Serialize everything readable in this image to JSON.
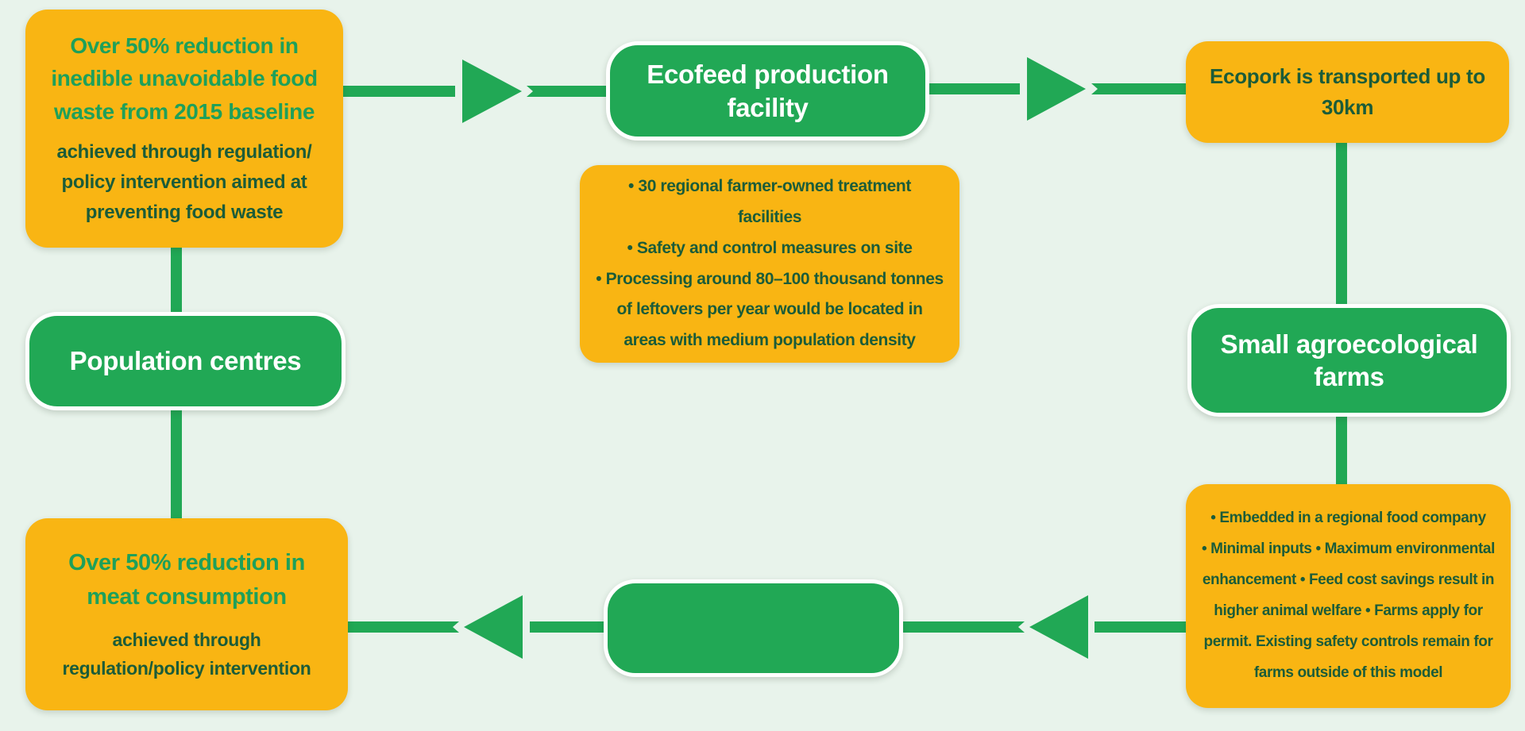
{
  "palette": {
    "background": "#e8f3eb",
    "green": "#21a855",
    "orange": "#f9b513",
    "heading_green": "#1ea05a",
    "dark_green": "#1b5c39",
    "pill_text": "#ffffff"
  },
  "nodes": {
    "food_waste": {
      "heading": "Over 50% reduction in inedible unavoidable food waste from 2015 baseline",
      "body": "achieved through regulation/ policy intervention aimed at preventing food waste"
    },
    "ecofeed": {
      "label": "Ecofeed production facility"
    },
    "transport": {
      "label": "Ecopork is transported up to 30km"
    },
    "facility_details": {
      "bullets": [
        "• 30 regional farmer-owned treatment facilities",
        "• Safety and control measures on site",
        "• Processing around 80–100 thousand tonnes of leftovers per year would be located in areas with medium population density"
      ]
    },
    "population": {
      "label": "Population centres"
    },
    "farms": {
      "label": "Small agroecological farms"
    },
    "farm_details": {
      "bullets": [
        "• Embedded in a regional food company",
        "• Minimal inputs • Maximum environmental enhancement • Feed cost savings result in higher animal welfare • Farms apply for permit. Existing safety controls remain for farms outside of this model"
      ]
    },
    "meat": {
      "heading": "Over 50% reduction in meat consumption",
      "body": "achieved through regulation/policy intervention"
    }
  }
}
